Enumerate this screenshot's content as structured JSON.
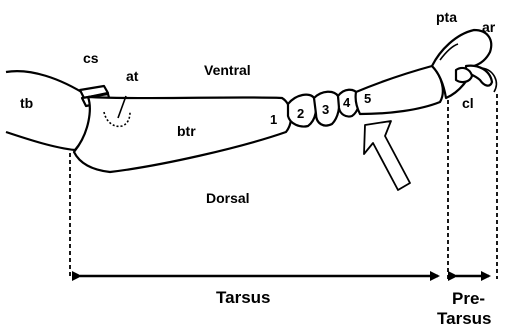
{
  "labels": {
    "tb": "tb",
    "cs": "cs",
    "at": "at",
    "ventral": "Ventral",
    "dorsal": "Dorsal",
    "btr": "btr",
    "seg1": "1",
    "seg2": "2",
    "seg3": "3",
    "seg4": "4",
    "seg5": "5",
    "pta": "pta",
    "ar": "ar",
    "cl": "cl",
    "tarsus": "Tarsus",
    "pretarsus_line1": "Pre-",
    "pretarsus_line2": "Tarsus"
  }
}
